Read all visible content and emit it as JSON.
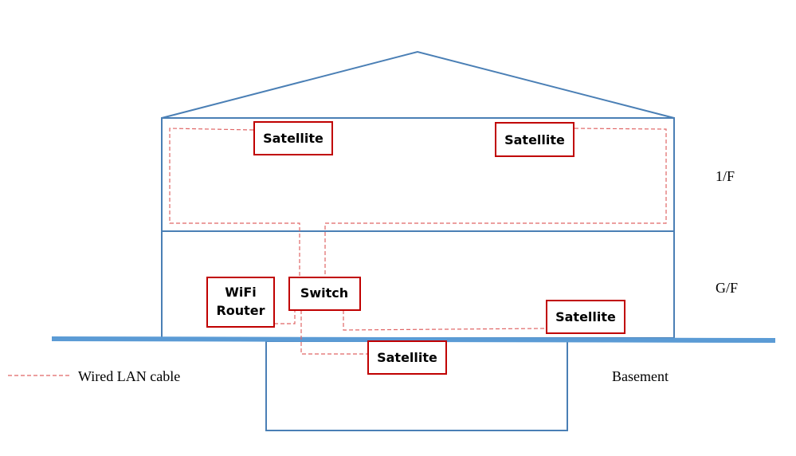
{
  "colors": {
    "structure": "#4a7fb5",
    "ground": "#5b9bd5",
    "node_border": "#c00000",
    "cable": "#e06666"
  },
  "nodes": {
    "satellite_1f_left": "Satellite",
    "satellite_1f_right": "Satellite",
    "wifi_router_line1": "WiFi",
    "wifi_router_line2": "Router",
    "switch": "Switch",
    "satellite_gf": "Satellite",
    "satellite_basement": "Satellite"
  },
  "floors": {
    "first": "1/F",
    "ground": "G/F",
    "basement": "Basement"
  },
  "legend": {
    "cable_label": "Wired LAN cable"
  }
}
